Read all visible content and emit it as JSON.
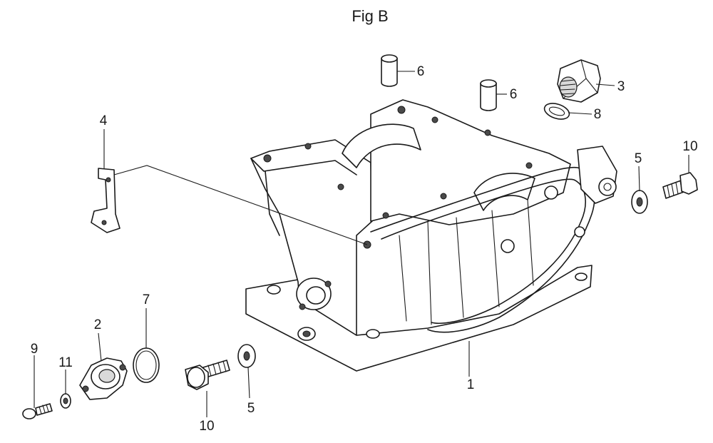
{
  "figure": {
    "title": "Fig B"
  },
  "callouts": {
    "c1": "1",
    "c2": "2",
    "c3": "3",
    "c4": "4",
    "c5a": "5",
    "c5b": "5",
    "c6a": "6",
    "c6b": "6",
    "c7": "7",
    "c8": "8",
    "c9": "9",
    "c10a": "10",
    "c10b": "10",
    "c11": "11"
  }
}
